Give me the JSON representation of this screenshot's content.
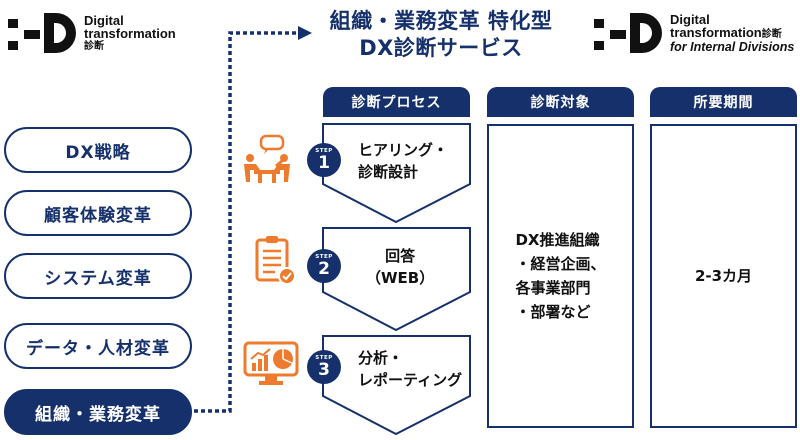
{
  "logo_left": {
    "line1": "Digital",
    "line2": "transformation",
    "line3": "診断"
  },
  "logo_right": {
    "line1": "Digital",
    "line2": "transformation",
    "line2_suffix": "診断",
    "line3": "for Internal Divisions"
  },
  "headline": {
    "line1": "組織・業務変革 特化型",
    "line2": "DX診断サービス"
  },
  "categories": [
    {
      "label": "DX戦略",
      "active": false
    },
    {
      "label": "顧客体験変革",
      "active": false
    },
    {
      "label": "システム変革",
      "active": false
    },
    {
      "label": "データ・人材変革",
      "active": false
    },
    {
      "label": "組織・業務変革",
      "active": true
    }
  ],
  "columns": {
    "process": {
      "header": "診断プロセス"
    },
    "target": {
      "header": "診断対象",
      "lines": [
        "DX推進組織",
        "・経営企画、",
        "各事業部門",
        "・部署など"
      ]
    },
    "duration": {
      "header": "所要期間",
      "value": "2-3カ月"
    }
  },
  "steps": [
    {
      "step_word": "STEP",
      "number": "1",
      "lines": [
        "ヒアリング・",
        "診断設計"
      ],
      "icon": "meeting-icon"
    },
    {
      "step_word": "STEP",
      "number": "2",
      "lines": [
        "回答",
        "（WEB）"
      ],
      "icon": "clipboard-check-icon"
    },
    {
      "step_word": "STEP",
      "number": "3",
      "lines": [
        "分析・",
        "レポーティング"
      ],
      "icon": "analytics-monitor-icon"
    }
  ],
  "colors": {
    "navy": "#15306b",
    "orange": "#ee7a2e",
    "text": "#111111"
  }
}
